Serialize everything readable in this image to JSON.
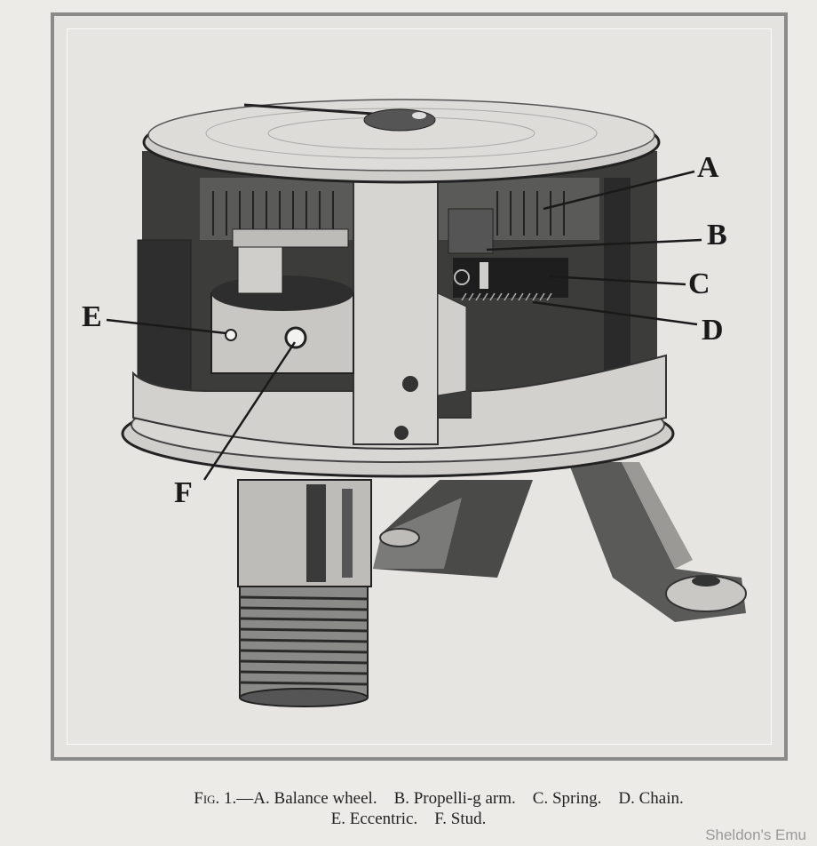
{
  "figure": {
    "title": "Fig. 1.—",
    "labels": [
      {
        "key": "A",
        "text": "A"
      },
      {
        "key": "B",
        "text": "B"
      },
      {
        "key": "C",
        "text": "C"
      },
      {
        "key": "D",
        "text": "D"
      },
      {
        "key": "E",
        "text": "E"
      },
      {
        "key": "F",
        "text": "F"
      }
    ],
    "caption_line1": "A. Balance wheel.    B. Propelli‑g arm.    C. Spring.    D. Chain.",
    "caption_line2": "E. Eccentric.    F. Stud.",
    "caption_prefix": "Fig. 1.—"
  },
  "watermark": "Sheldon's Emu",
  "colors": {
    "paper": "#ecebe8",
    "ink": "#1a1a1a",
    "metal_light": "#d8d7d3",
    "metal_dark": "#3a3a3a"
  }
}
